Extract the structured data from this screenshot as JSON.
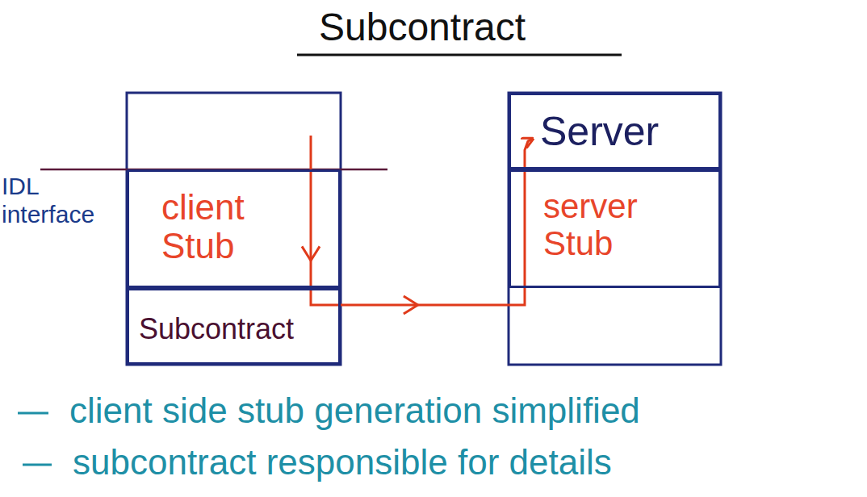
{
  "diagram": {
    "title": "Subcontract",
    "nodes": [
      {
        "text": [
          "client Stub"
        ]
      },
      {
        "text": [
          "Subcontract"
        ]
      },
      {
        "text": [
          "Server"
        ]
      },
      {
        "text": [
          "server Stub"
        ]
      }
    ],
    "edges": [
      {
        "from": 0,
        "to": 2,
        "arrow": "to"
      }
    ],
    "labels": [
      "IDL interface",
      "client side stub generation simplified",
      "subcontract responsible for details"
    ]
  }
}
